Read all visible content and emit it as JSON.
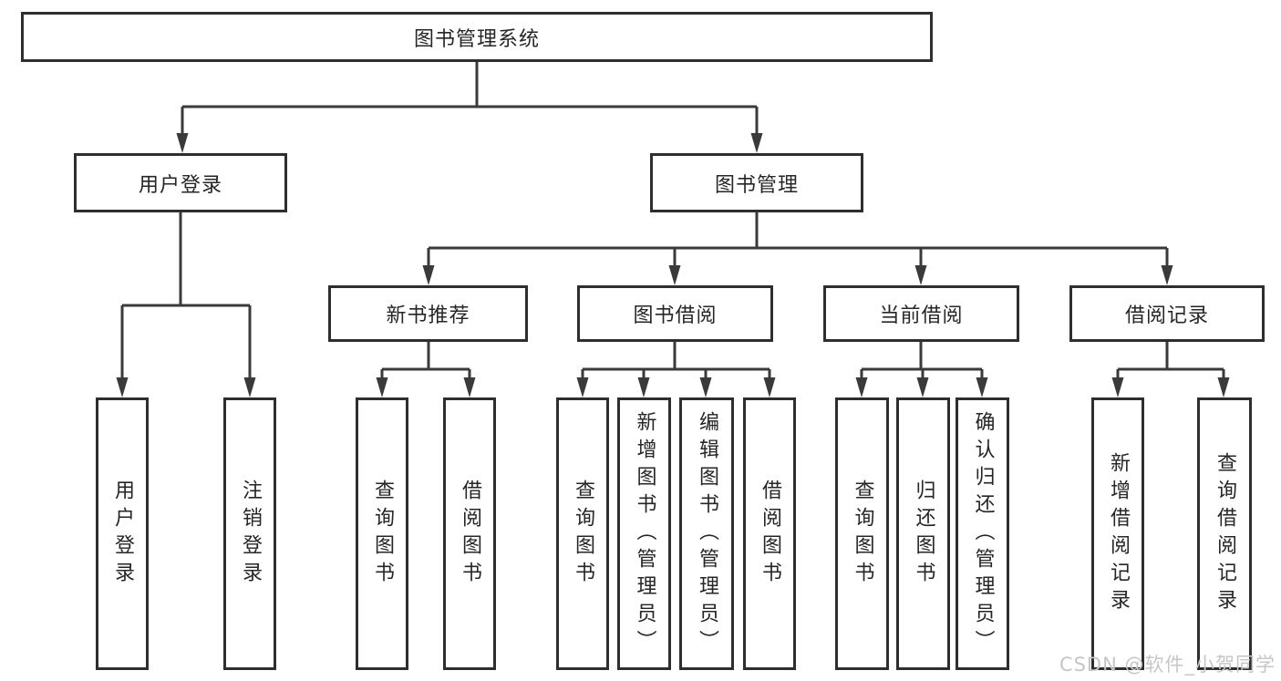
{
  "diagram": {
    "title": "图书管理系统",
    "watermark": "CSDN @软件_小贺同学",
    "colors": {
      "background": "#ffffff",
      "line": "#3a3a3a",
      "box_border": "#2e2e2e",
      "text": "#262626",
      "watermark": "#c6c6c6"
    },
    "nodes": {
      "root": {
        "label": "图书管理系统"
      },
      "user_login": {
        "label": "用户登录"
      },
      "book_mgmt": {
        "label": "图书管理"
      },
      "new_book_rec": {
        "label": "新书推荐"
      },
      "book_borrow": {
        "label": "图书借阅"
      },
      "current_borrow": {
        "label": "当前借阅"
      },
      "borrow_records": {
        "label": "借阅记录"
      },
      "leaf_user_login": {
        "label": "用户登录"
      },
      "leaf_logout": {
        "label": "注销登录"
      },
      "leaf_nb_query": {
        "label": "查询图书"
      },
      "leaf_nb_borrow": {
        "label": "借阅图书"
      },
      "leaf_bb_query": {
        "label": "查询图书"
      },
      "leaf_bb_add": {
        "label": "新增图书（管理员）"
      },
      "leaf_bb_edit": {
        "label": "编辑图书（管理员）"
      },
      "leaf_bb_borrow": {
        "label": "借阅图书"
      },
      "leaf_cb_query": {
        "label": "查询图书"
      },
      "leaf_cb_return": {
        "label": "归还图书"
      },
      "leaf_cb_confirm": {
        "label": "确认归还（管理员）"
      },
      "leaf_br_add": {
        "label": "新增借阅记录"
      },
      "leaf_br_query": {
        "label": "查询借阅记录"
      }
    },
    "hierarchy": [
      {
        "parent": "图书管理系统",
        "children": [
          "用户登录",
          "图书管理"
        ]
      },
      {
        "parent": "用户登录",
        "children": [
          "用户登录",
          "注销登录"
        ]
      },
      {
        "parent": "图书管理",
        "children": [
          "新书推荐",
          "图书借阅",
          "当前借阅",
          "借阅记录"
        ]
      },
      {
        "parent": "新书推荐",
        "children": [
          "查询图书",
          "借阅图书"
        ]
      },
      {
        "parent": "图书借阅",
        "children": [
          "查询图书",
          "新增图书（管理员）",
          "编辑图书（管理员）",
          "借阅图书"
        ]
      },
      {
        "parent": "当前借阅",
        "children": [
          "查询图书",
          "归还图书",
          "确认归还（管理员）"
        ]
      },
      {
        "parent": "借阅记录",
        "children": [
          "新增借阅记录",
          "查询借阅记录"
        ]
      }
    ]
  }
}
